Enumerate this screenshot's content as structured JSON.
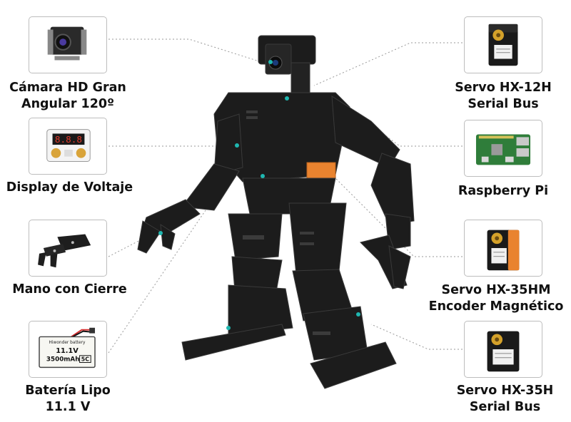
{
  "components": [
    {
      "id": "camera",
      "lines": [
        "Cámara HD Gran",
        "Angular 120º"
      ],
      "icon": "camera-icon"
    },
    {
      "id": "voltage",
      "lines": [
        "Display de Voltaje"
      ],
      "icon": "voltage-display-icon",
      "display_value": "8.8.8"
    },
    {
      "id": "gripper",
      "lines": [
        "Mano con Cierre"
      ],
      "icon": "gripper-hand-icon"
    },
    {
      "id": "battery",
      "lines": [
        "Batería Lipo",
        "11.1 V"
      ],
      "icon": "battery-icon",
      "battery_brand": "Hiwonder battery",
      "battery_voltage": "11.1V",
      "battery_capacity": "3500mAh",
      "battery_c_rating": "5C"
    },
    {
      "id": "servo12",
      "lines": [
        "Servo HX-12H",
        "Serial Bus"
      ],
      "icon": "servo-icon"
    },
    {
      "id": "raspberry",
      "lines": [
        "Raspberry Pi"
      ],
      "icon": "raspberry-pi-icon"
    },
    {
      "id": "servo35hm",
      "lines": [
        "Servo HX-35HM",
        "Encoder Magnético"
      ],
      "icon": "servo-orange-icon"
    },
    {
      "id": "servo35h",
      "lines": [
        "Servo HX-35H",
        "Serial Bus"
      ],
      "icon": "servo-icon"
    }
  ],
  "colors": {
    "robot_body": "#1c1c1c",
    "accent_orange": "#e9832f",
    "joint_teal": "#1fb7b0",
    "card_border": "#bdbdbd"
  }
}
